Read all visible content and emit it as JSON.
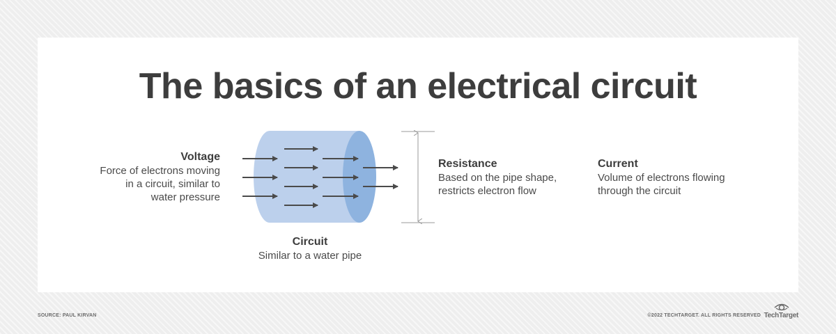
{
  "title": "The basics of an electrical circuit",
  "voltage": {
    "heading": "Voltage",
    "lines": [
      "Force of electrons moving",
      "in a circuit, similar to",
      "water pressure"
    ]
  },
  "circuit": {
    "heading": "Circuit",
    "description": "Similar to a water pipe"
  },
  "resistance": {
    "heading": "Resistance",
    "lines": [
      "Based on the pipe shape,",
      "restricts electron flow"
    ]
  },
  "current": {
    "heading": "Current",
    "lines": [
      "Volume of electrons flowing",
      "through the circuit"
    ]
  },
  "footer": {
    "source": "SOURCE: PAUL KIRVAN",
    "copyright": "©2022 TECHTARGET. ALL RIGHTS RESERVED",
    "logo_text": "TechTarget"
  },
  "colors": {
    "title": "#3d3d3d",
    "pipe_body": "#bcd0ec",
    "pipe_end": "#8eb3df",
    "arrow": "#4a4a4a",
    "guide": "#9a9a9a"
  }
}
